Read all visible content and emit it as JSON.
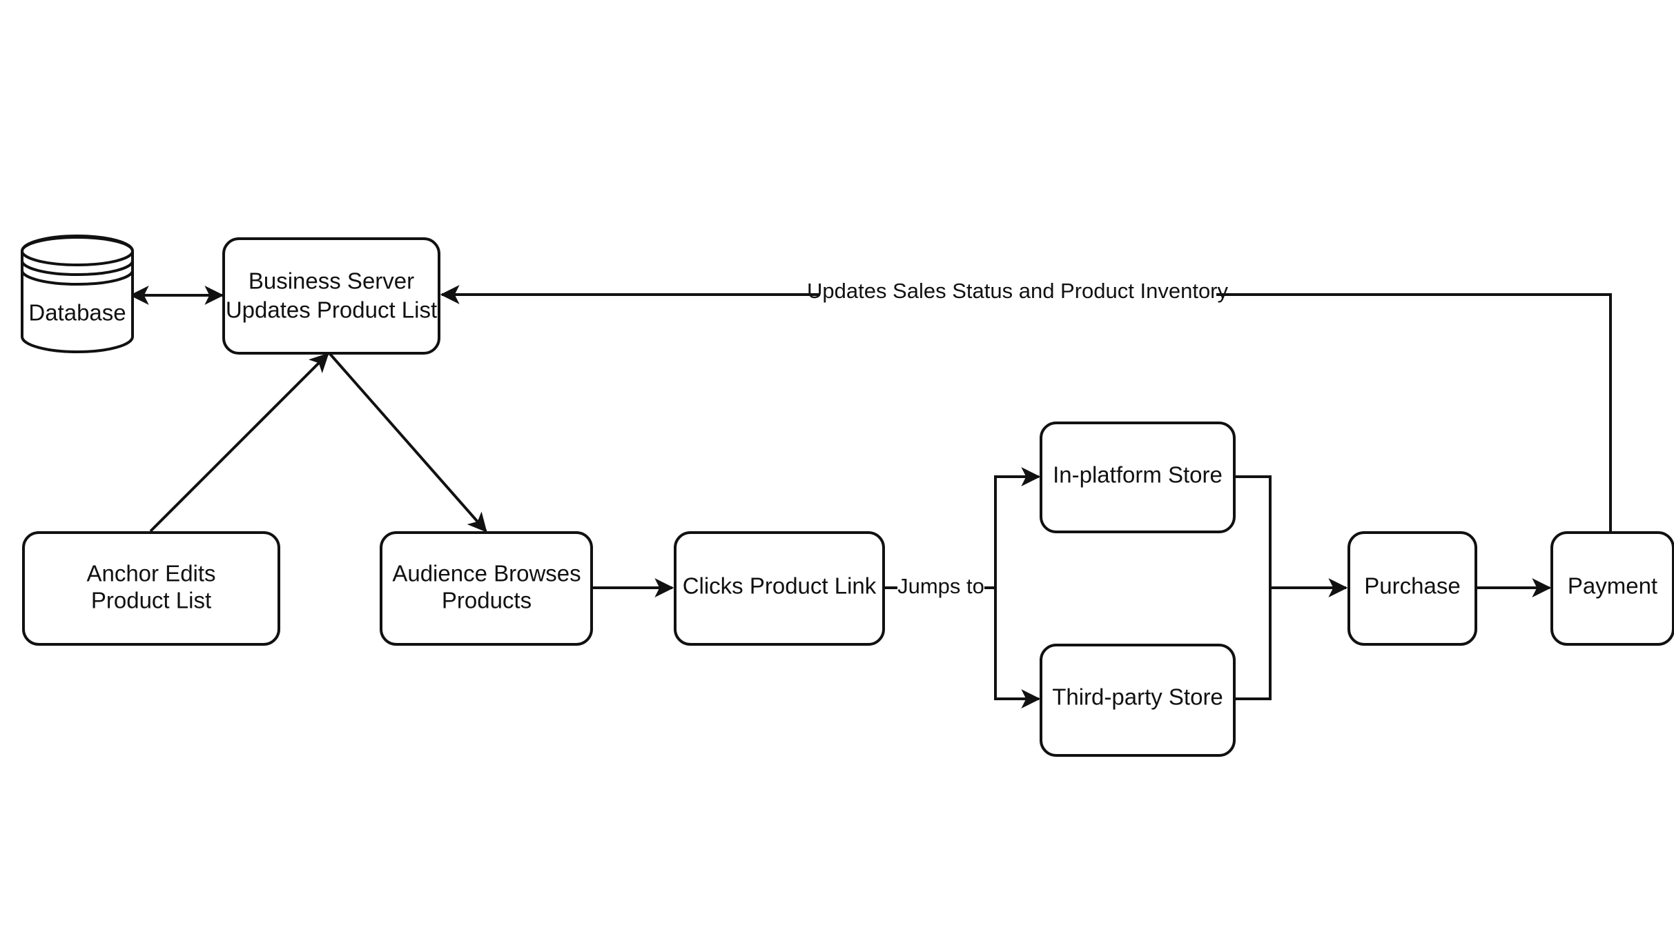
{
  "diagram": {
    "nodes": {
      "database": "Database",
      "business_server": [
        "Business Server",
        "Updates Product List"
      ],
      "anchor_edits": [
        "Anchor Edits",
        "Product List"
      ],
      "audience_browses": [
        "Audience Browses",
        "Products"
      ],
      "clicks_link": "Clicks Product Link",
      "in_platform_store": "In-platform Store",
      "third_party_store": "Third-party Store",
      "purchase": "Purchase",
      "payment": "Payment"
    },
    "edge_labels": {
      "updates_sales": "Updates Sales Status and Product Inventory",
      "jumps_to": "Jumps to"
    }
  }
}
